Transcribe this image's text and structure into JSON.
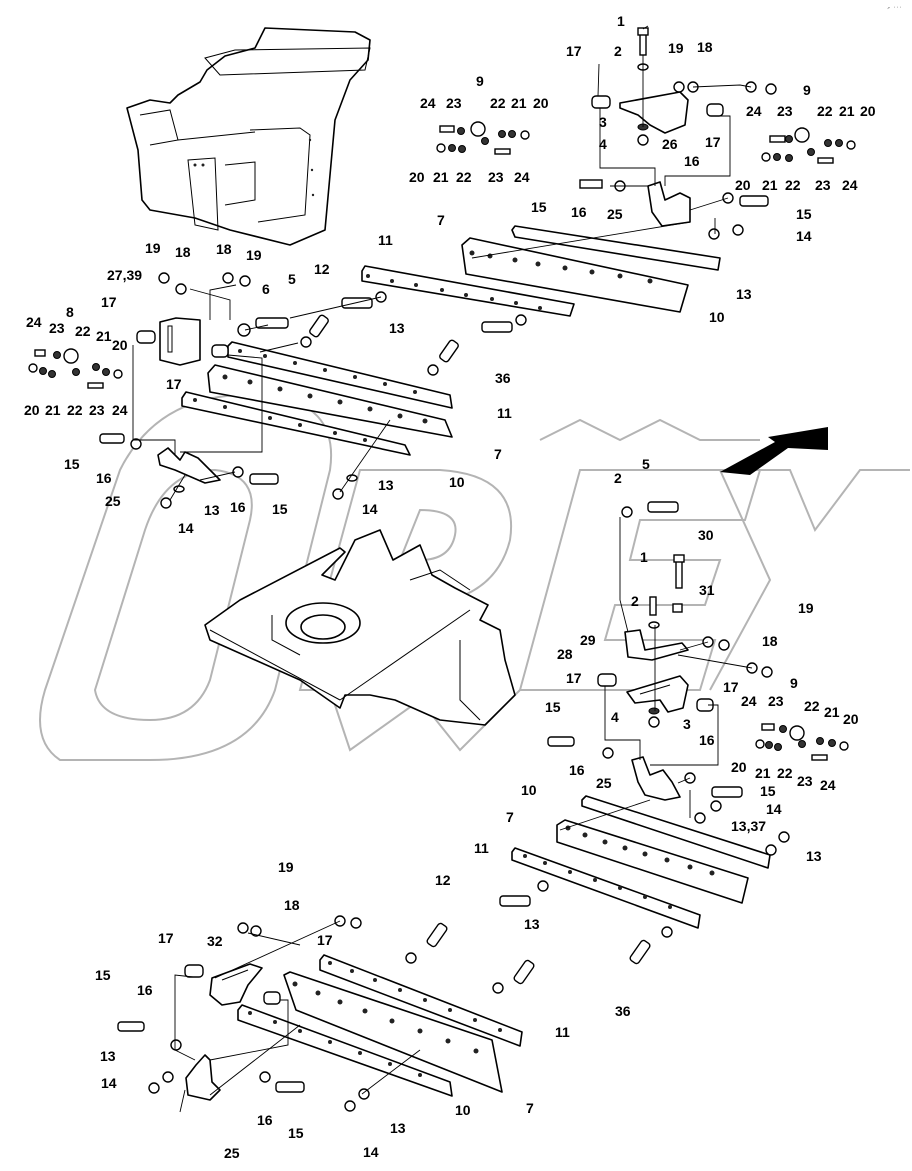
{
  "diagram": {
    "title": "Exploded parts diagram - cutting edge / blade mounting assembly",
    "watermark_text": "OPEX",
    "corner_mark": "↗ ···",
    "direction_arrow": "forward-direction-arrow",
    "assemblies": [
      {
        "name": "cab-frame",
        "description": "Main frame / cab body (top-left)"
      },
      {
        "name": "turntable-frame",
        "description": "Turntable frame with ring (center)"
      },
      {
        "name": "upper-right-blade-mount",
        "description": "Upper right blade mounting group"
      },
      {
        "name": "left-blade-mount",
        "description": "Left blade mounting group"
      },
      {
        "name": "lower-right-blade-mount",
        "description": "Lower right blade mounting group"
      },
      {
        "name": "lower-left-blade-mount",
        "description": "Lower left blade mounting group"
      }
    ],
    "callouts": {
      "ur_1": "1",
      "ur_2": "2",
      "ur_19": "19",
      "ur_18": "18",
      "ur_17a": "17",
      "ur_3": "3",
      "ur_4": "4",
      "ur_26": "26",
      "ur_17b": "17",
      "ur_9": "9",
      "ur_24a": "24",
      "ur_23a": "23",
      "ur_22a": "22",
      "ur_21a": "21",
      "ur_20a": "20",
      "ur_20b": "20",
      "ur_21b": "21",
      "ur_22b": "22",
      "ur_23b": "23",
      "ur_24b": "24",
      "ur_16a": "16",
      "ur_15a": "15",
      "ur_16b": "16",
      "ur_25": "25",
      "ur_15b": "15",
      "ur_14": "14",
      "ur_13": "13",
      "ur_10": "10",
      "ur_7": "7",
      "um_9": "9",
      "um_24a": "24",
      "um_23a": "23",
      "um_22a": "22",
      "um_21a": "21",
      "um_20a": "20",
      "um_20b": "20",
      "um_21b": "21",
      "um_22b": "22",
      "um_23b": "23",
      "um_24b": "24",
      "l_19a": "19",
      "l_18a": "18",
      "l_18b": "18",
      "l_19b": "19",
      "l_2739": "27,39",
      "l_5": "5",
      "l_6": "6",
      "l_17a": "17",
      "l_17b": "17",
      "l_8": "8",
      "l_24a": "24",
      "l_23a": "23",
      "l_22a": "22",
      "l_21a": "21",
      "l_20a": "20",
      "l_20b": "20",
      "l_21b": "21",
      "l_22b": "22",
      "l_23b": "23",
      "l_24b": "24",
      "m_11a": "11",
      "m_12": "12",
      "m_13": "13",
      "m_36": "36",
      "m_11b": "11",
      "m_7": "7",
      "l_15a": "15",
      "l_16a": "16",
      "l_25": "25",
      "l_13a": "13",
      "l_14a": "14",
      "l_16b": "16",
      "l_15b": "15",
      "l_10": "10",
      "l_13b": "13",
      "l_14b": "14",
      "r_2a": "2",
      "r_5": "5",
      "r_30": "30",
      "r_1": "1",
      "r_31": "31",
      "r_2b": "2",
      "r_29": "29",
      "r_28": "28",
      "r_19": "19",
      "r_18": "18",
      "r_17a": "17",
      "r_17b": "17",
      "r_4": "4",
      "r_3": "3",
      "r_9": "9",
      "r_24a": "24",
      "r_23a": "23",
      "r_22a": "22",
      "r_21a": "21",
      "r_20a": "20",
      "r_20b": "20",
      "r_21b": "21",
      "r_22b": "22",
      "r_23b": "23",
      "r_24b": "24",
      "r_15a": "15",
      "r_16a": "16",
      "r_25": "25",
      "r_16b": "16",
      "r_15b": "15",
      "r_10": "10",
      "r_14a": "14",
      "r_1337": "13,37",
      "r_7": "7",
      "r_13": "13",
      "r_11": "11",
      "b_12": "12",
      "b_13": "13",
      "b_36": "36",
      "b_11": "11",
      "b_7": "7",
      "b_10": "10",
      "b_19": "19",
      "b_18": "18",
      "b_32": "32",
      "b_17a": "17",
      "b_17b": "17",
      "b_15a": "15",
      "b_16a": "16",
      "b_13a": "13",
      "b_14a": "14",
      "b_25": "25",
      "b_16b": "16",
      "b_15b": "15",
      "b_13b": "13",
      "b_14b": "14"
    }
  }
}
